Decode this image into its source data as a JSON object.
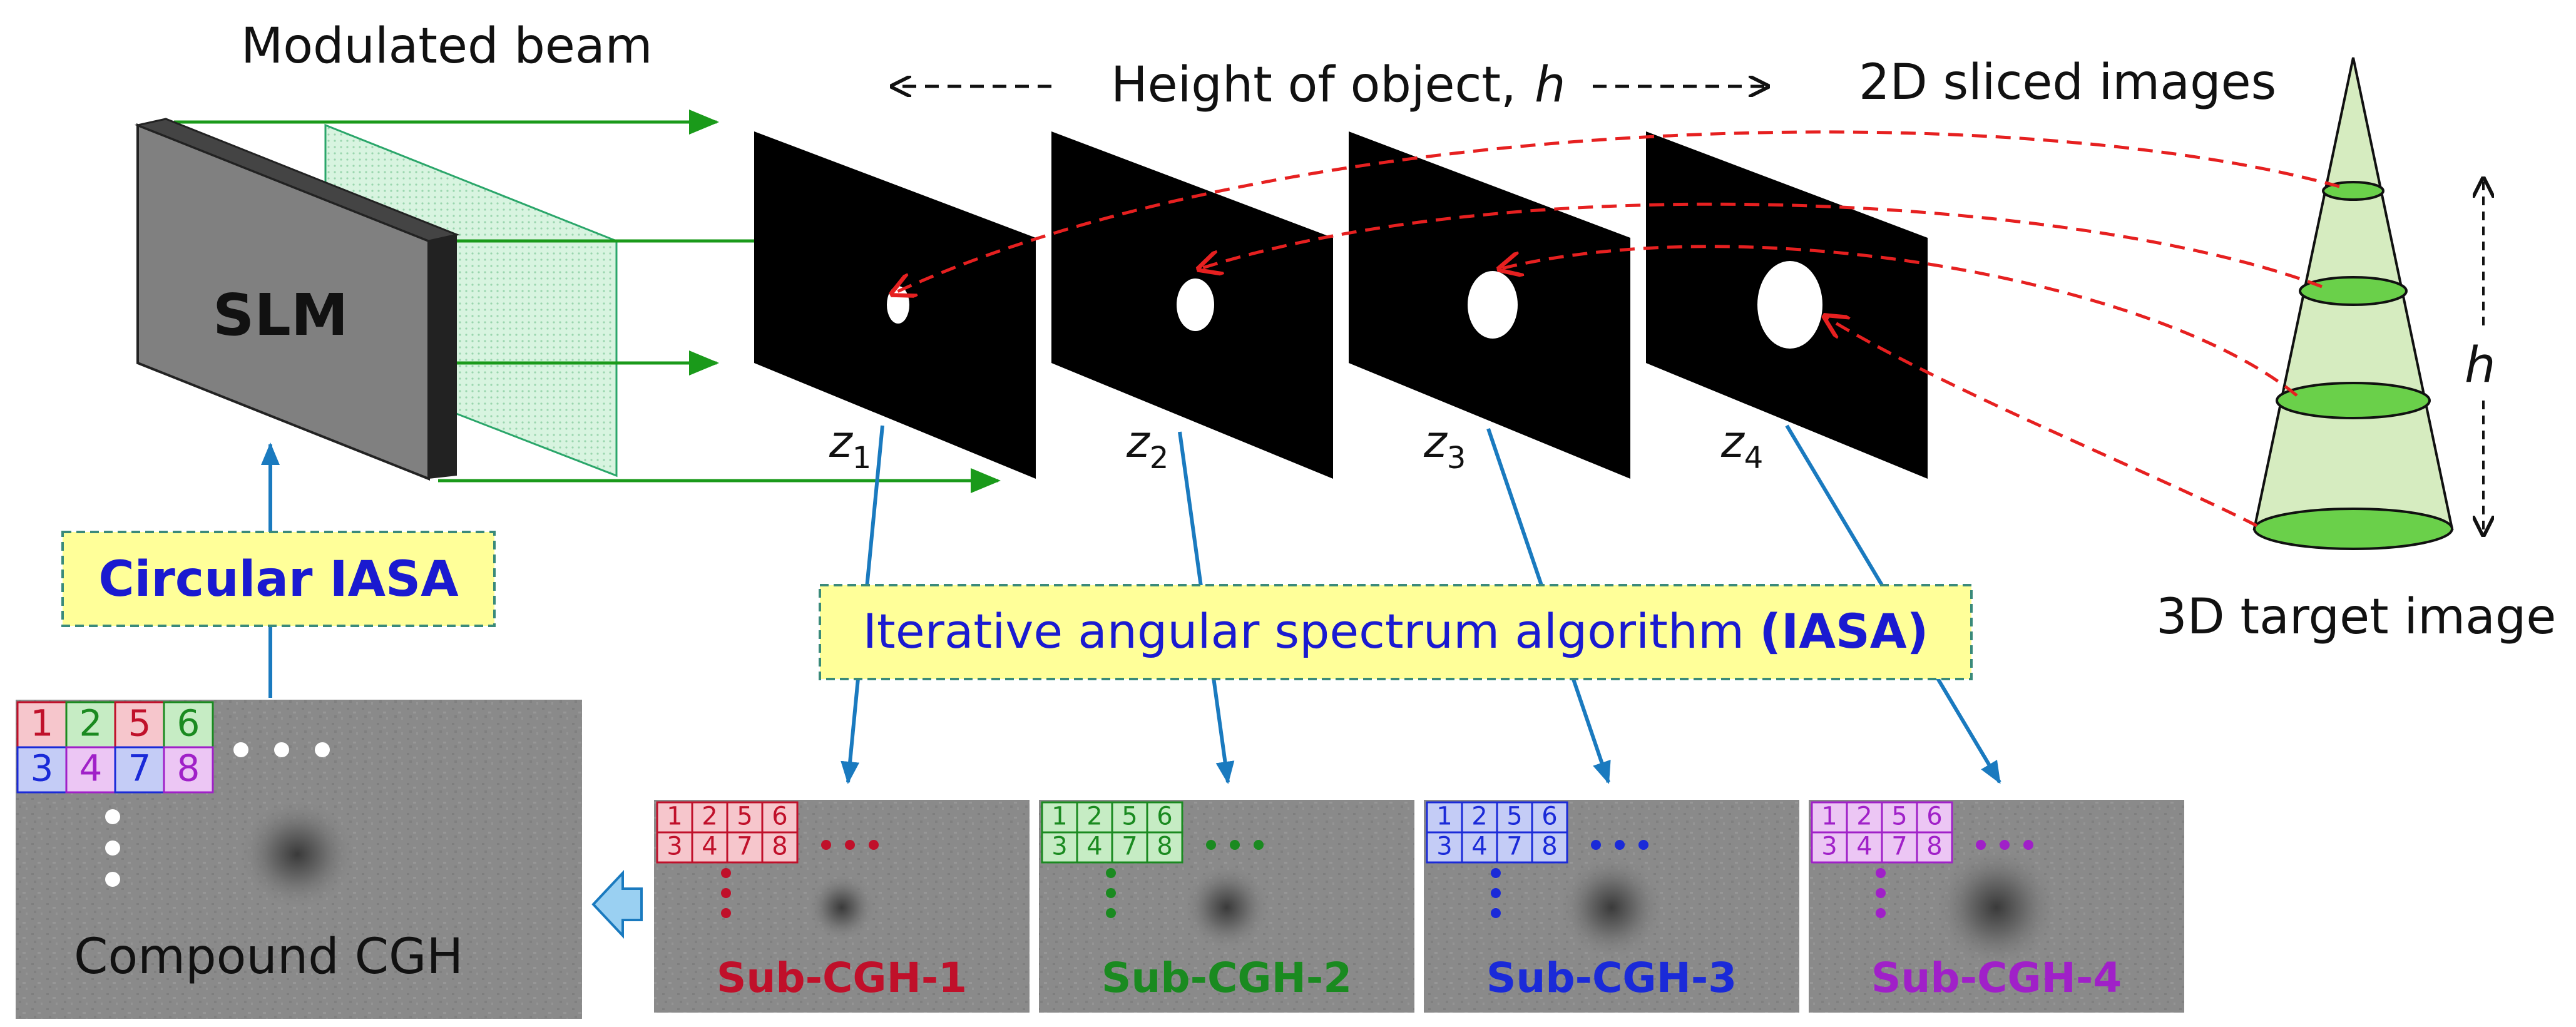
{
  "labels": {
    "modulated_beam": "Modulated beam",
    "height_of_object": "Height of object,",
    "height_symbol": "h",
    "sliced_images": "2D sliced images",
    "target_image": "3D target image",
    "slm": "SLM",
    "cone_height": "h"
  },
  "planes": [
    {
      "z_letter": "z",
      "sub": "1"
    },
    {
      "z_letter": "z",
      "sub": "2"
    },
    {
      "z_letter": "z",
      "sub": "3"
    },
    {
      "z_letter": "z",
      "sub": "4"
    }
  ],
  "boxes": {
    "circular_iasa": "Circular IASA",
    "iasa_main": "Iterative angular spectrum algorithm ",
    "iasa_abbr": "(IASA)"
  },
  "compound": {
    "label": "Compound CGH",
    "grid": [
      "1",
      "2",
      "5",
      "6",
      "3",
      "4",
      "7",
      "8"
    ],
    "grid_colors": [
      "#c0102a",
      "#1a8a20",
      "#c0102a",
      "#1a8a20",
      "#1a2ad8",
      "#a020c8",
      "#1a2ad8",
      "#a020c8"
    ],
    "grid_fills": [
      "#f6c6cc",
      "#c6ecc4",
      "#f6c6cc",
      "#c6ecc4",
      "#c4ccf6",
      "#ecc6f4",
      "#c4ccf6",
      "#ecc6f4"
    ]
  },
  "subcghs": [
    {
      "label": "Sub-CGH-1",
      "color": "#c0102a",
      "fill": "#f6c6cc",
      "grid": [
        "1",
        "2",
        "5",
        "6",
        "3",
        "4",
        "7",
        "8"
      ]
    },
    {
      "label": "Sub-CGH-2",
      "color": "#1a8a20",
      "fill": "#c6ecc4",
      "grid": [
        "1",
        "2",
        "5",
        "6",
        "3",
        "4",
        "7",
        "8"
      ]
    },
    {
      "label": "Sub-CGH-3",
      "color": "#1a2ad8",
      "fill": "#c4ccf6",
      "grid": [
        "1",
        "2",
        "5",
        "6",
        "3",
        "4",
        "7",
        "8"
      ]
    },
    {
      "label": "Sub-CGH-4",
      "color": "#a020c8",
      "fill": "#ecc6f4",
      "grid": [
        "1",
        "2",
        "5",
        "6",
        "3",
        "4",
        "7",
        "8"
      ]
    }
  ],
  "colors": {
    "beam": "#1a9a1a",
    "arrow_blue": "#1a7abf",
    "dashed_red": "#e62020",
    "box_fill": "#ffff99",
    "box_border": "#3a8a7a",
    "box_text": "#1a1ad0",
    "cone_fill": "#d6ecc0",
    "ellipse_fill": "#6ad04a",
    "hologram_bg": "#8a8a8a"
  },
  "icons": [
    "left-block-arrow-icon",
    "double-arrow-icon"
  ]
}
